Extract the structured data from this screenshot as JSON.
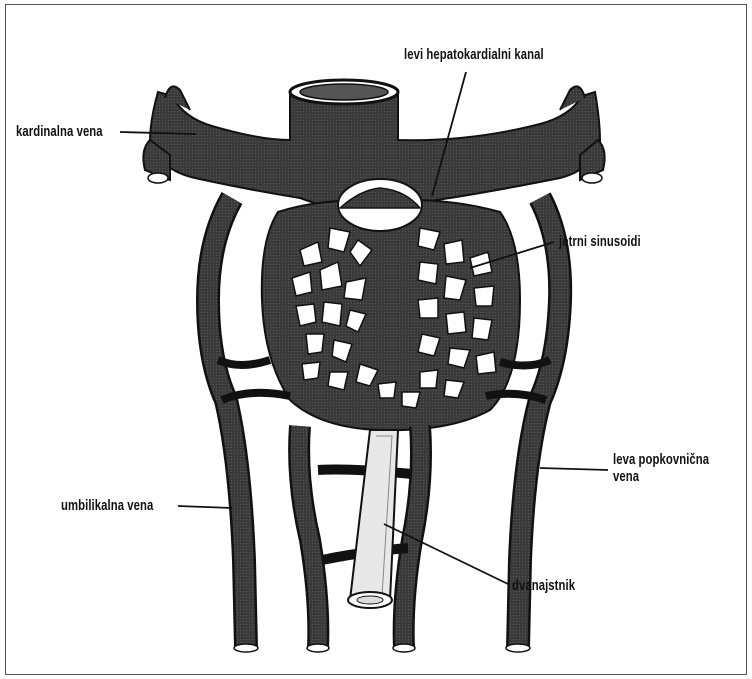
{
  "diagram": {
    "labels": {
      "left_hepatocardiac_canal": "levi hepatokardialni kanal",
      "cardinal_vein": "kardinalna vena",
      "liver_sinusoids": "jetrni sinusoidi",
      "left_umbilical_vein_line1": "leva popkovnična",
      "left_umbilical_vein_line2": "vena",
      "umbilical_vein": "umbilikalna vena",
      "duodenum": "dvanajstnik"
    }
  }
}
